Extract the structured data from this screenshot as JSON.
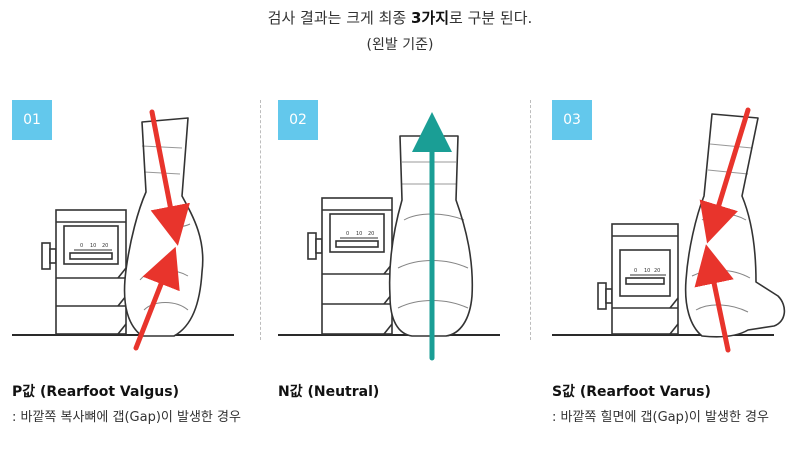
{
  "header": {
    "line1_pre": "검사 결과는 크게 최종 ",
    "line1_bold": "3가지",
    "line1_post": "로 구분 된다.",
    "line2": "(왼발 기준)"
  },
  "panels": [
    {
      "number": "01",
      "title": "P값 (Rearfoot Valgus)",
      "desc": ": 바깥쪽 복사뼈에 갭(Gap)이 발생한 경우",
      "scale": [
        "0",
        "10",
        "20"
      ],
      "arrow_color": "#e8342c"
    },
    {
      "number": "02",
      "title": "N값 (Neutral)",
      "desc": "",
      "scale": [
        "0",
        "10",
        "20"
      ],
      "arrow_color": "#1a9e95"
    },
    {
      "number": "03",
      "title": "S값 (Rearfoot Varus)",
      "desc": ": 바깥쪽 힐면에 갭(Gap)이 발생한 경우",
      "scale": [
        "0",
        "10",
        "20"
      ],
      "arrow_color": "#e8342c"
    }
  ],
  "colors": {
    "badge": "#63c8ec",
    "outline": "#333333",
    "ground": "#2a2a2a"
  }
}
